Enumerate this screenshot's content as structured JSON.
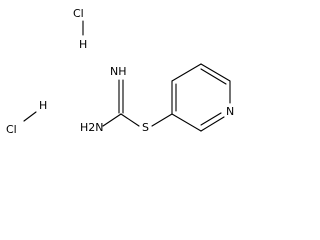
{
  "structure": {
    "salt_1": {
      "cl": "Cl",
      "h": "H"
    },
    "salt_2": {
      "cl": "Cl",
      "h": "H"
    },
    "atoms": {
      "imine_nh": "NH",
      "amine_h2n": "H2N",
      "sulfur": "S",
      "ring_nitrogen": "N"
    }
  }
}
